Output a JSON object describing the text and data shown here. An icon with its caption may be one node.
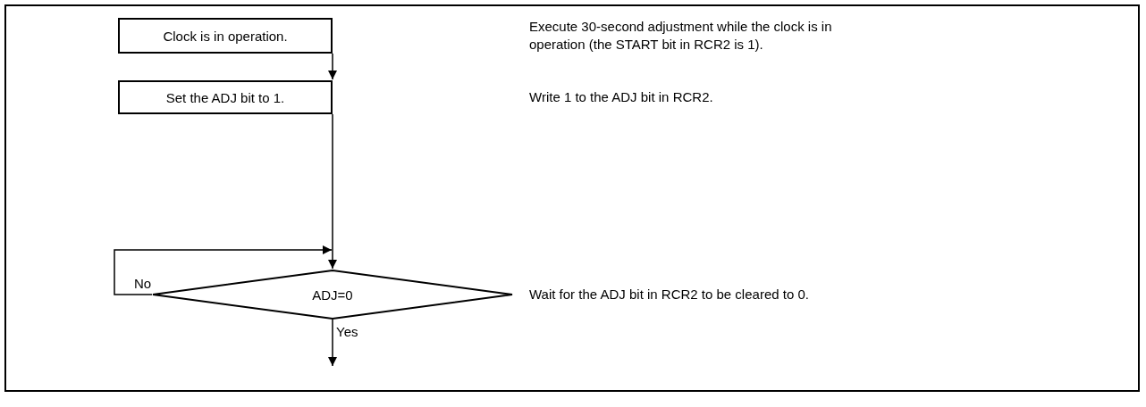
{
  "diagram": {
    "nodes": [
      {
        "text": [
          "Clock is in operation."
        ]
      },
      {
        "text": [
          "Set the ADJ bit to 1."
        ]
      },
      {
        "text": [
          "ADJ=0"
        ]
      }
    ],
    "edges": [
      {
        "from": 0,
        "to": 1,
        "arrow": "to"
      },
      {
        "from": 1,
        "to": 2,
        "arrow": "to"
      },
      {
        "from": 2,
        "to": null,
        "arrow": "to",
        "label": "No"
      },
      {
        "from": 2,
        "to": null,
        "arrow": "to",
        "label": "Yes"
      }
    ],
    "labels": [
      "Execute 30-second adjustment while the clock is in operation (the START bit in RCR2 is 1).",
      "Write 1 to the ADJ bit in RCR2.",
      "Wait for the ADJ bit in RCR2 to be cleared to 0."
    ]
  }
}
